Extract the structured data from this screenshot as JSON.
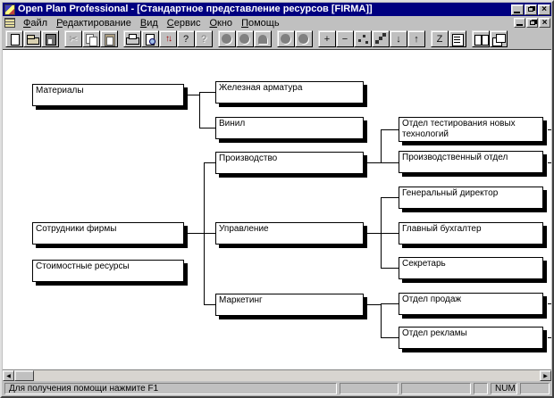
{
  "window": {
    "title": "Open Plan Professional - [Стандартное представление ресурсов [FIRMA]]"
  },
  "menubar": {
    "items": [
      "Файл",
      "Редактирование",
      "Вид",
      "Сервис",
      "Окно",
      "Помощь"
    ]
  },
  "icons": {
    "close": "×",
    "cut": "✂",
    "transfer": "↑↓",
    "help": "?",
    "context_help": "?",
    "plus": "+",
    "minus": "−",
    "down": "↓",
    "up": "↑",
    "zigzag": "Z",
    "scroll_left": "◀",
    "scroll_right": "▶"
  },
  "toolbar": {
    "buttons": [
      {
        "name": "new",
        "enabled": true
      },
      {
        "name": "open",
        "enabled": true
      },
      {
        "name": "save",
        "enabled": true
      },
      {
        "name": "cut",
        "enabled": false
      },
      {
        "name": "copy",
        "enabled": false
      },
      {
        "name": "paste",
        "enabled": false
      },
      {
        "name": "print",
        "enabled": true
      },
      {
        "name": "print-preview",
        "enabled": true
      },
      {
        "name": "transfer",
        "enabled": true
      },
      {
        "name": "help",
        "enabled": true
      },
      {
        "name": "context-help",
        "enabled": false
      },
      {
        "name": "tool-circle-1",
        "enabled": false
      },
      {
        "name": "tool-circle-2",
        "enabled": false
      },
      {
        "name": "tool-arch",
        "enabled": false
      },
      {
        "name": "tool-circle-3",
        "enabled": false
      },
      {
        "name": "tool-circle-4",
        "enabled": false
      },
      {
        "name": "add",
        "enabled": true
      },
      {
        "name": "remove",
        "enabled": true
      },
      {
        "name": "scatter",
        "enabled": true
      },
      {
        "name": "steps",
        "enabled": true
      },
      {
        "name": "move-down",
        "enabled": true
      },
      {
        "name": "move-up",
        "enabled": true
      },
      {
        "name": "zigzag",
        "enabled": true
      },
      {
        "name": "notes",
        "enabled": true
      },
      {
        "name": "tile-windows",
        "enabled": true
      },
      {
        "name": "cascade-windows",
        "enabled": true
      }
    ]
  },
  "diagram": {
    "nodes": [
      {
        "label": "Материалы"
      },
      {
        "label": "Железная арматура"
      },
      {
        "label": "Винил"
      },
      {
        "label": "Производство"
      },
      {
        "label": "Отдел тестирования новых технологий"
      },
      {
        "label": "Производственный отдел"
      },
      {
        "label": "Генеральный директор"
      },
      {
        "label": "Главный бухгалтер"
      },
      {
        "label": "Секретарь"
      },
      {
        "label": "Сотрудники фирмы"
      },
      {
        "label": "Стоимостные ресурсы"
      },
      {
        "label": "Управление"
      },
      {
        "label": "Маркетинг"
      },
      {
        "label": "Отдел продаж"
      },
      {
        "label": "Отдел рекламы"
      }
    ]
  },
  "statusbar": {
    "message": "Для получения помощи нажмите F1",
    "num_indicator": "NUM"
  }
}
